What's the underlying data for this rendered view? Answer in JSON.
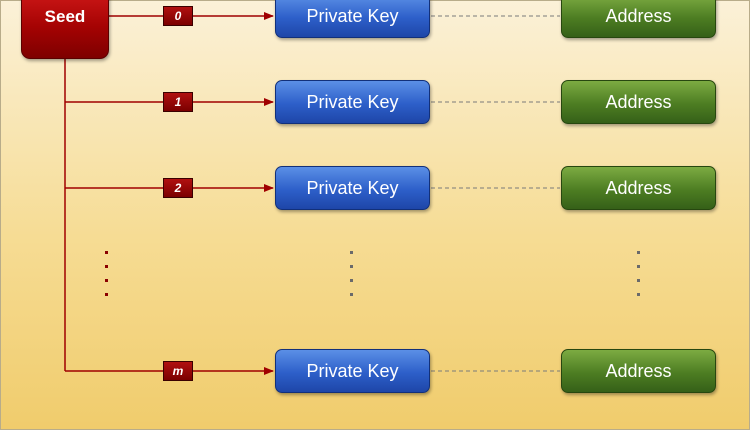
{
  "seed": {
    "label": "Seed"
  },
  "rows": [
    {
      "index": "0",
      "private_key": "Private Key",
      "address": "Address"
    },
    {
      "index": "1",
      "private_key": "Private Key",
      "address": "Address"
    },
    {
      "index": "2",
      "private_key": "Private Key",
      "address": "Address"
    },
    {
      "index": "m",
      "private_key": "Private Key",
      "address": "Address"
    }
  ],
  "colors": {
    "seed": "#a50303",
    "private_key": "#2d5fc9",
    "address": "#4d7d22",
    "connector": "#a00000",
    "dashed_link": "#7a7a7a",
    "background": "#f6dc94"
  }
}
